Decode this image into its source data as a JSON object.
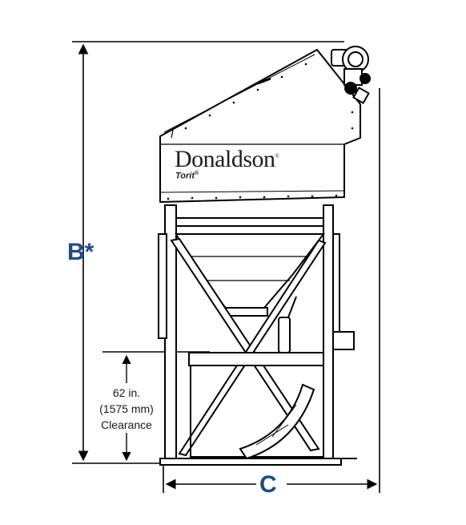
{
  "brand": {
    "name": "Donaldson",
    "reg": "®",
    "sub": "Torit",
    "sub_reg": "®"
  },
  "dimensions": {
    "height_label": "B*",
    "width_label": "C",
    "clearance_value": "62 in.",
    "clearance_metric": "(1575 mm)",
    "clearance_word": "Clearance"
  },
  "colors": {
    "dimension_label": "#1f4a8a",
    "line": "#000000"
  }
}
